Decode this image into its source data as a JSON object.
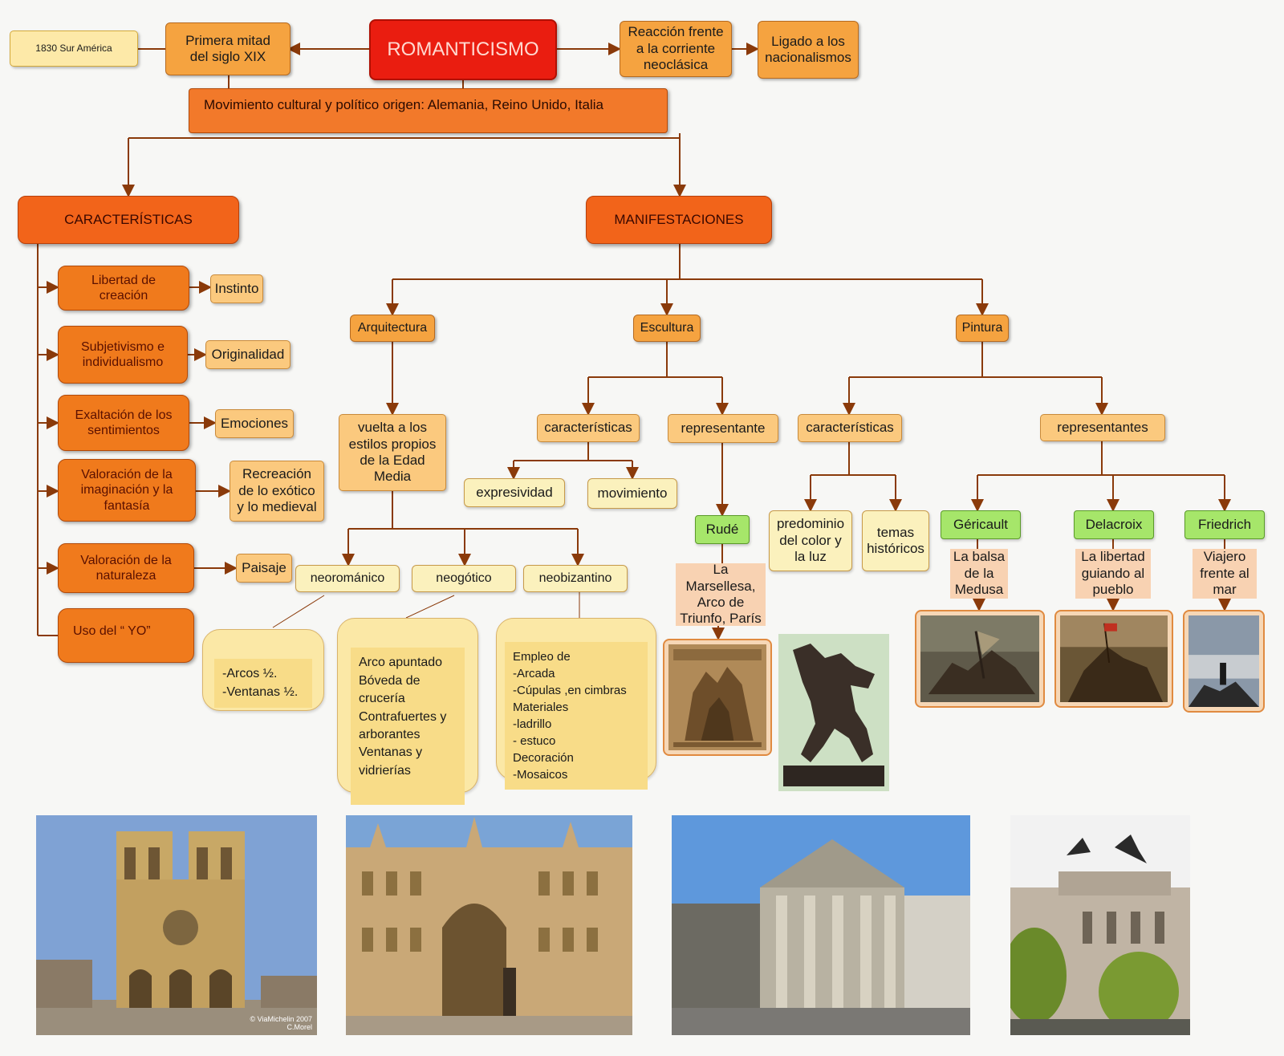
{
  "title": "ROMANTICISMO",
  "date_note": "1830 Sur  América",
  "period": "Primera mitad\ndel siglo XIX",
  "reaction": "Reacción frente\na la corriente\nneoclásica",
  "nationalism": "Ligado a los\nnacionalismos",
  "movement": "Movimiento cultural y político origen: Alemania, Reino Unido, Italia",
  "caracteristicas": {
    "heading": "CARACTERÍSTICAS",
    "items": [
      {
        "label": "Libertad de\ncreación",
        "detail": "Instinto"
      },
      {
        "label": "Subjetivismo e\nindividualismo",
        "detail": "Originalidad"
      },
      {
        "label": "Exaltación de los\nsentimientos",
        "detail": "Emociones"
      },
      {
        "label": "Valoración de la\nimaginación y la\nfantasía",
        "detail": "Recreación\nde lo exótico\ny lo medieval"
      },
      {
        "label": "Valoración de la\nnaturaleza",
        "detail": "Paisaje"
      },
      {
        "label": "Uso del  “ YO”",
        "detail": ""
      }
    ]
  },
  "manifestaciones": {
    "heading": "MANIFESTACIONES",
    "arquitectura": {
      "label": "Arquitectura",
      "desc": "vuelta a los\nestilos propios\nde la Edad\nMedia",
      "styles": [
        "neorománico",
        "neogótico",
        "neobizantino"
      ],
      "notes": [
        "-Arcos ½.\n -Ventanas ½.",
        "Arco apuntado\nBóveda de\ncrucería\nContrafuertes y\narborantes\nVentanas y\nvidrierías",
        "Empleo de\n-Arcada\n-Cúpulas ,en cimbras\nMateriales\n-ladrillo\n- estuco\n Decoración\n-Mosaicos"
      ]
    },
    "escultura": {
      "label": "Escultura",
      "features_label": "características",
      "features": [
        "expresividad",
        "movimiento"
      ],
      "rep_label": "representante",
      "artist": "Rudé",
      "work": "La\nMarsellesa,\nArco de\nTriunfo, París"
    },
    "pintura": {
      "label": "Pintura",
      "features_label": "características",
      "features": [
        "predominio\ndel color y\nla luz",
        "temas\nhistóricos"
      ],
      "rep_label": "representantes",
      "artists": [
        {
          "name": "Géricault",
          "work": "La balsa\nde la\nMedusa"
        },
        {
          "name": "Delacroix",
          "work": "La libertad\nguiando al\npueblo"
        },
        {
          "name": "Friedrich",
          "work": "Viajero\nfrente al\nmar"
        }
      ]
    }
  },
  "photo_credit": "© ViaMichelin 2007\nC.Morel",
  "colors": {
    "red": "#ea1d10",
    "dark_orange": "#f07a1c",
    "orange": "#f5a340",
    "light_orange": "#fbc97e",
    "pale": "#fbf1bd",
    "green": "#a6e66a"
  }
}
